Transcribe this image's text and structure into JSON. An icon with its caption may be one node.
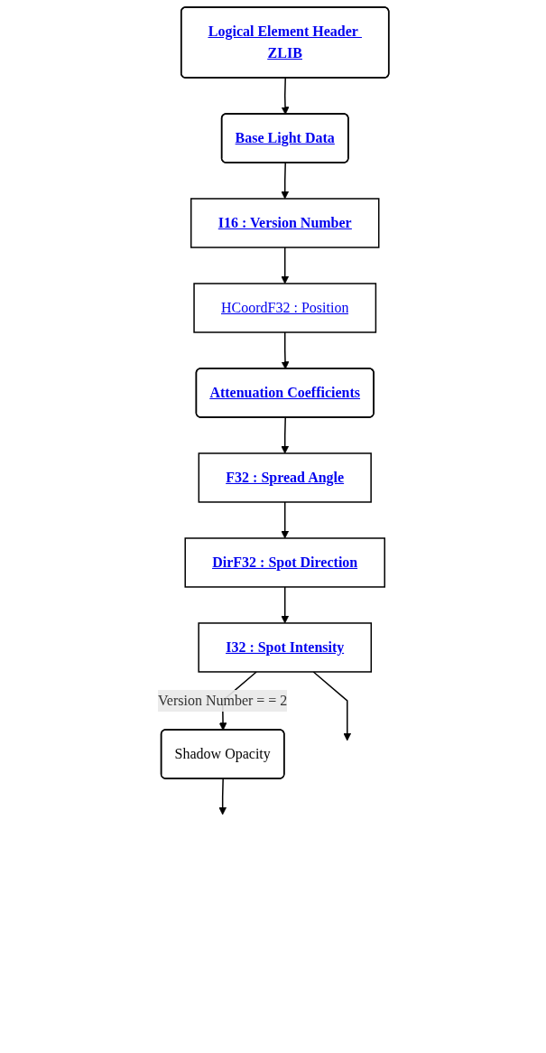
{
  "diagram": {
    "nodes": [
      {
        "text": [
          "Logical Element Header ZLIB"
        ]
      },
      {
        "text": [
          "Base Light Data"
        ]
      },
      {
        "text": [
          "I16 : Version Number"
        ]
      },
      {
        "text": [
          "HCoordF32 : Position"
        ]
      },
      {
        "text": [
          "Attenuation Coefficients"
        ]
      },
      {
        "text": [
          "F32 : Spread Angle"
        ]
      },
      {
        "text": [
          "DirF32 : Spot Direction"
        ]
      },
      {
        "text": [
          "I32 : Spot Intensity"
        ]
      },
      {
        "text": [
          "Shadow Opacity"
        ]
      }
    ],
    "edges": [
      {
        "from": 0,
        "to": 1,
        "arrow": "to"
      },
      {
        "from": 1,
        "to": 2,
        "arrow": "to"
      },
      {
        "from": 2,
        "to": 3,
        "arrow": "to"
      },
      {
        "from": 3,
        "to": 4,
        "arrow": "to"
      },
      {
        "from": 4,
        "to": 5,
        "arrow": "to"
      },
      {
        "from": 5,
        "to": 6,
        "arrow": "to"
      },
      {
        "from": 6,
        "to": 7,
        "arrow": "to"
      },
      {
        "from": 7,
        "to": 8,
        "label": "Version Number = = 2",
        "arrow": "to"
      },
      {
        "from": 7,
        "to": null,
        "arrow": "to"
      },
      {
        "from": 8,
        "to": null,
        "arrow": "to"
      }
    ]
  }
}
